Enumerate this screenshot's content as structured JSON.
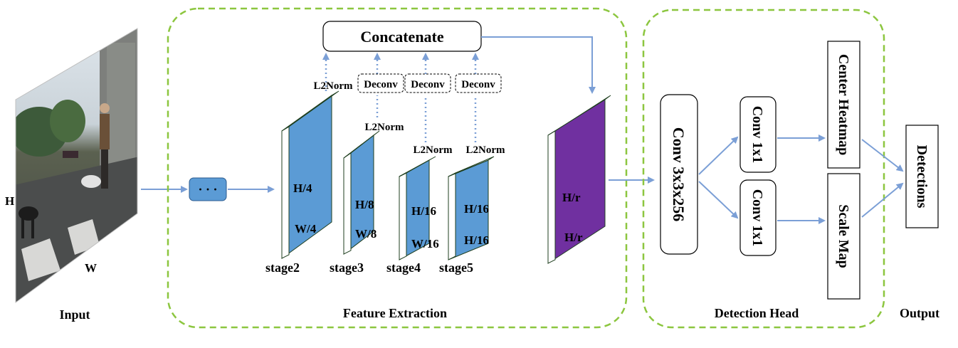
{
  "colors": {
    "group_border": "#8cc63f",
    "arrow": "#7b9fd6",
    "feature_blue": "#5b9bd5",
    "feature_purple": "#7030a0",
    "slab_side": "#ffffff",
    "slab_edge": "#1f5a1f"
  },
  "input": {
    "image_description": "street scene photo with pedestrian and dogs",
    "height_label": "H",
    "width_label": "W",
    "caption": "Input"
  },
  "ellipsis": {
    "label": "· · ·"
  },
  "feature_extraction": {
    "caption": "Feature Extraction",
    "concatenate": "Concatenate",
    "ops": {
      "l2norm_stage2": "L2Norm",
      "deconv_stage3": "Deconv",
      "deconv_stage4": "Deconv",
      "deconv_stage5": "Deconv",
      "l2norm_stage3": "L2Norm",
      "l2norm_stage4": "L2Norm",
      "l2norm_stage5": "L2Norm"
    },
    "stages": [
      {
        "name": "stage2",
        "h": "H/4",
        "w": "W/4"
      },
      {
        "name": "stage3",
        "h": "H/8",
        "w": "W/8"
      },
      {
        "name": "stage4",
        "h": "H/16",
        "w": "W/16"
      },
      {
        "name": "stage5",
        "h": "H/16",
        "w": "H/16"
      }
    ],
    "fused": {
      "h": "H/r",
      "w": "H/r"
    }
  },
  "detection_head": {
    "caption": "Detection Head",
    "conv3": "Conv 3x3x256",
    "conv1_top": "Conv 1x1",
    "conv1_bottom": "Conv 1x1",
    "center_heatmap": "Center Heatmap",
    "scale_map": "Scale Map"
  },
  "output": {
    "caption": "Output",
    "detections": "Detections"
  }
}
